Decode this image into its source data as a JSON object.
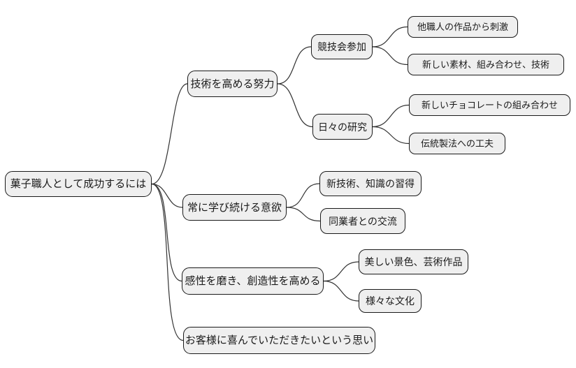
{
  "mindmap": {
    "title": "菓子職人として成功するには",
    "colors": {
      "background": "#ffffff",
      "node_fill": "#efefef",
      "node_border": "#1a1a1a",
      "edge": "#333333",
      "text": "#1a1a1a"
    },
    "root": {
      "label": "菓子職人として成功するには",
      "children": [
        {
          "label": "技術を高める努力",
          "children": [
            {
              "label": "競技会参加",
              "children": [
                {
                  "label": "他職人の作品から刺激"
                },
                {
                  "label": "新しい素材、組み合わせ、技術"
                }
              ]
            },
            {
              "label": "日々の研究",
              "children": [
                {
                  "label": "新しいチョコレートの組み合わせ"
                },
                {
                  "label": "伝統製法への工夫"
                }
              ]
            }
          ]
        },
        {
          "label": "常に学び続ける意欲",
          "children": [
            {
              "label": "新技術、知識の習得"
            },
            {
              "label": "同業者との交流"
            }
          ]
        },
        {
          "label": "感性を磨き、創造性を高める",
          "children": [
            {
              "label": "美しい景色、芸術作品"
            },
            {
              "label": "様々な文化"
            }
          ]
        },
        {
          "label": "お客様に喜んでいただきたいという思い",
          "children": []
        }
      ]
    }
  }
}
